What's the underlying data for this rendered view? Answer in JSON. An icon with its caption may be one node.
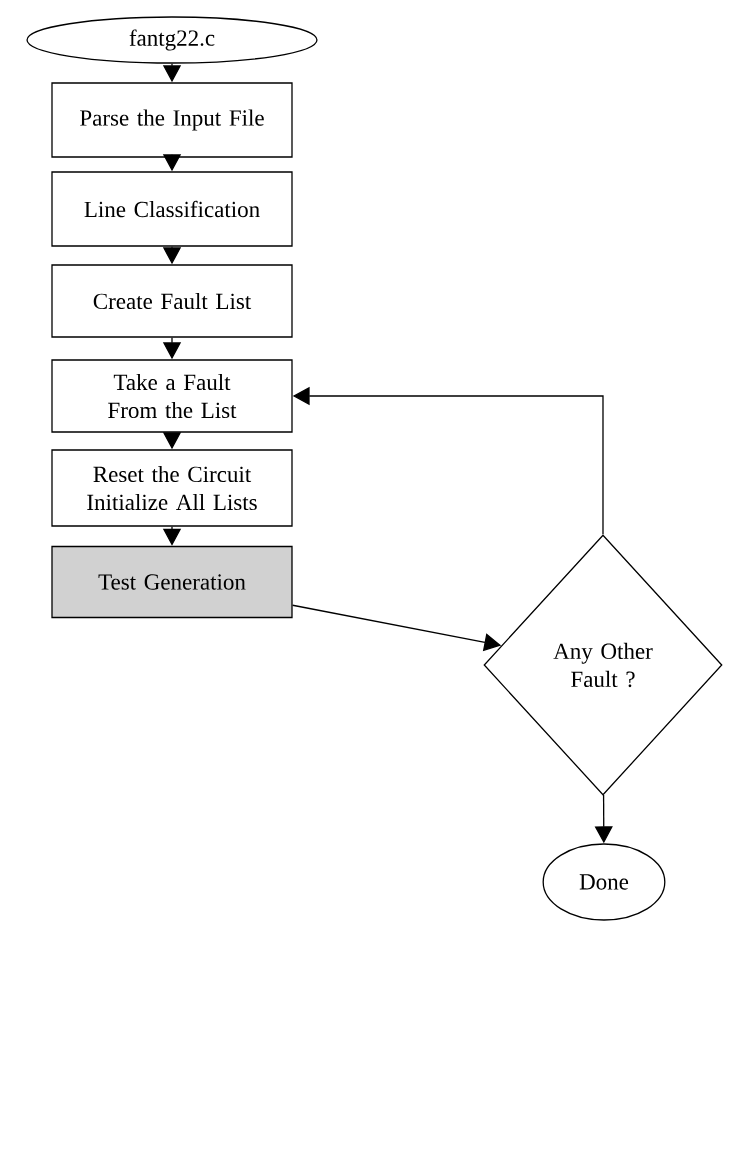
{
  "diagram": {
    "nodes": [
      {
        "text": [
          "fantg22.c"
        ]
      },
      {
        "text": [
          "Parse the Input File"
        ]
      },
      {
        "text": [
          "Line Classification"
        ]
      },
      {
        "text": [
          "Create Fault List"
        ]
      },
      {
        "text": [
          "Take a Fault From the List"
        ]
      },
      {
        "text": [
          "Reset the Circuit Initialize All Lists"
        ]
      },
      {
        "text": [
          "Test Generation"
        ]
      },
      {
        "text": [
          "Any Other Fault ?"
        ]
      },
      {
        "text": [
          "Done"
        ]
      }
    ],
    "edges": [
      {
        "from": 0,
        "to": 1,
        "arrow": "to"
      },
      {
        "from": 1,
        "to": 2,
        "arrow": "to"
      },
      {
        "from": 2,
        "to": 3,
        "arrow": "to"
      },
      {
        "from": 3,
        "to": 4,
        "arrow": "to"
      },
      {
        "from": 4,
        "to": 5,
        "arrow": "to"
      },
      {
        "from": 5,
        "to": 6,
        "arrow": "to"
      },
      {
        "from": 6,
        "to": 7,
        "arrow": "to"
      },
      {
        "from": 7,
        "to": 4,
        "arrow": "to"
      },
      {
        "from": 7,
        "to": 8,
        "arrow": "to"
      }
    ]
  }
}
